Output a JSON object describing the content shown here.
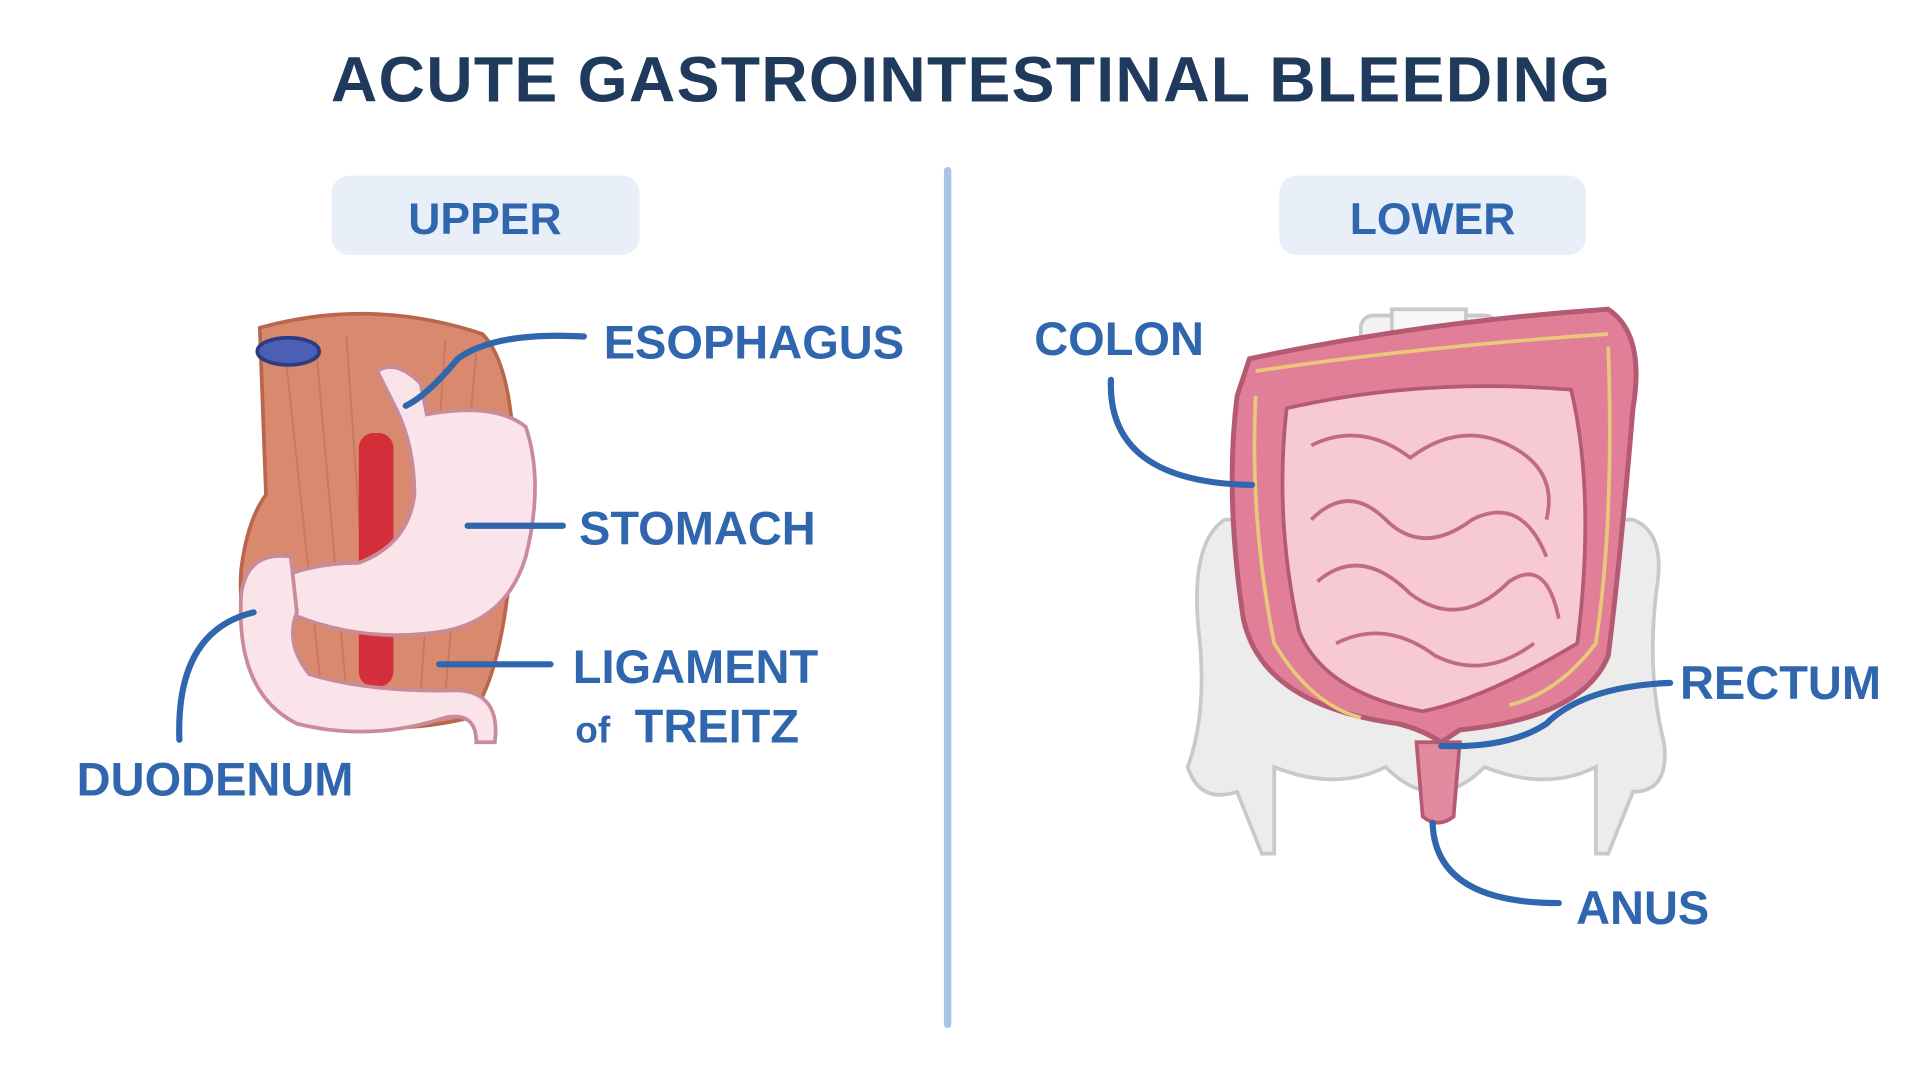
{
  "title": "ACUTE GASTROINTESTINAL BLEEDING",
  "colors": {
    "title": "#1f3a5c",
    "label": "#2f66ad",
    "pill_bg": "#e9eff9",
    "divider": "#a9c4e4",
    "leader": "#2f66ad"
  },
  "upper": {
    "heading": "UPPER",
    "labels": {
      "esophagus": "ESOPHAGUS",
      "stomach": "STOMACH",
      "ligament_line1": "LIGAMENT",
      "ligament_of": "of",
      "ligament_line2": "TREITZ",
      "duodenum": "DUODENUM"
    }
  },
  "lower": {
    "heading": "LOWER",
    "labels": {
      "colon": "COLON",
      "rectum": "RECTUM",
      "anus": "ANUS"
    }
  }
}
